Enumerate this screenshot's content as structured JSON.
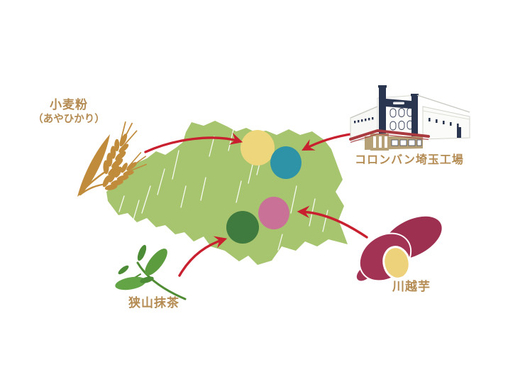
{
  "diagram": {
    "labels": {
      "wheat_line1": "小麦粉",
      "wheat_line2": "（あやひかり）",
      "factory": "コロンバン埼玉工場",
      "matcha": "狭山抹茶",
      "sweet_potato": "川越芋"
    },
    "map": {
      "icon": "saitama-prefecture-silhouette",
      "fill": "#a7c56f",
      "hatch_color": "#ffffff"
    },
    "dots": [
      {
        "name": "wheat-dot",
        "color": "#eed67d"
      },
      {
        "name": "factory-dot",
        "color": "#2e93a7"
      },
      {
        "name": "sweet-potato-dot",
        "color": "#ca7197"
      },
      {
        "name": "matcha-dot",
        "color": "#3f7a3e"
      }
    ],
    "arrows": {
      "color": "#c8202f"
    },
    "label_color": "#b48b52",
    "illustrations": {
      "wheat": {
        "icon": "wheat-stalk-illustration",
        "color": "#c08c3c"
      },
      "matcha": {
        "icon": "tea-leaves-illustration",
        "color": "#5d9c3e",
        "color_alt": "#4d8c36"
      },
      "sweet_potato": {
        "icon": "sweet-potato-illustration",
        "skin": "#a23355",
        "skin_back": "#9d2f50",
        "flesh": "#eed27b"
      },
      "factory": {
        "icon": "factory-building-illustration",
        "navy": "#2a3550",
        "awning": "#a93a40",
        "tan": "#b5a078",
        "wall": "#fbfbf9",
        "line": "#cfcfc8"
      }
    }
  }
}
